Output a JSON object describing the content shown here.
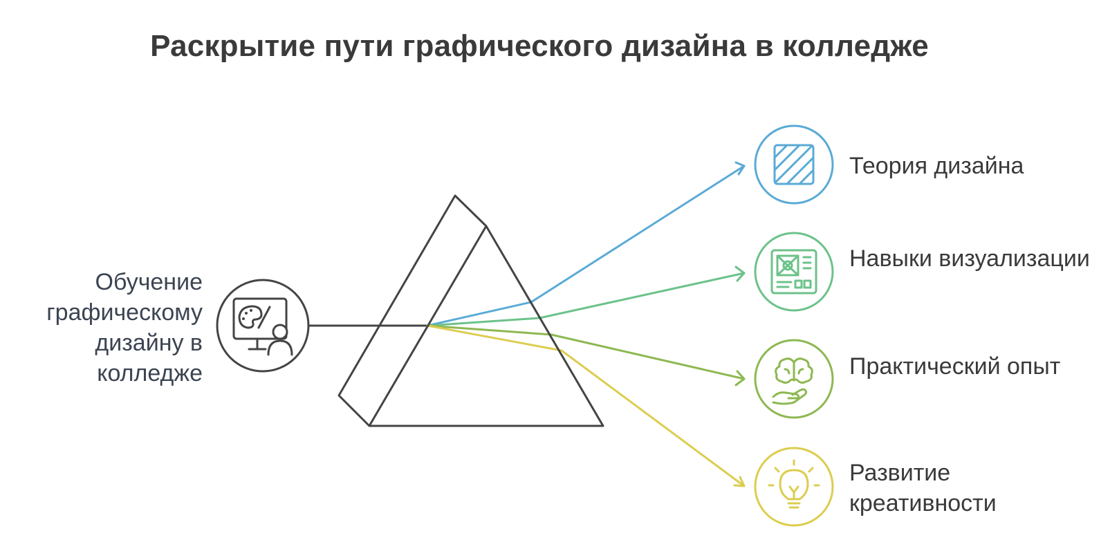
{
  "title": "Раскрытие пути графического дизайна в колледже",
  "source": {
    "label": "Обучение графическому дизайну в колледже",
    "icon": "monitor-palette-person-icon",
    "color": "#444444"
  },
  "outputs": [
    {
      "label": "Теория дизайна",
      "icon": "hatched-square-icon",
      "color": "#5aaad6"
    },
    {
      "label": "Навыки визуализации",
      "icon": "layout-board-icon",
      "color": "#6cc28a"
    },
    {
      "label": "Практический опыт",
      "icon": "brain-hand-icon",
      "color": "#8db851"
    },
    {
      "label": "Развитие креативности",
      "icon": "lightbulb-icon",
      "color": "#dccd4f"
    }
  ]
}
